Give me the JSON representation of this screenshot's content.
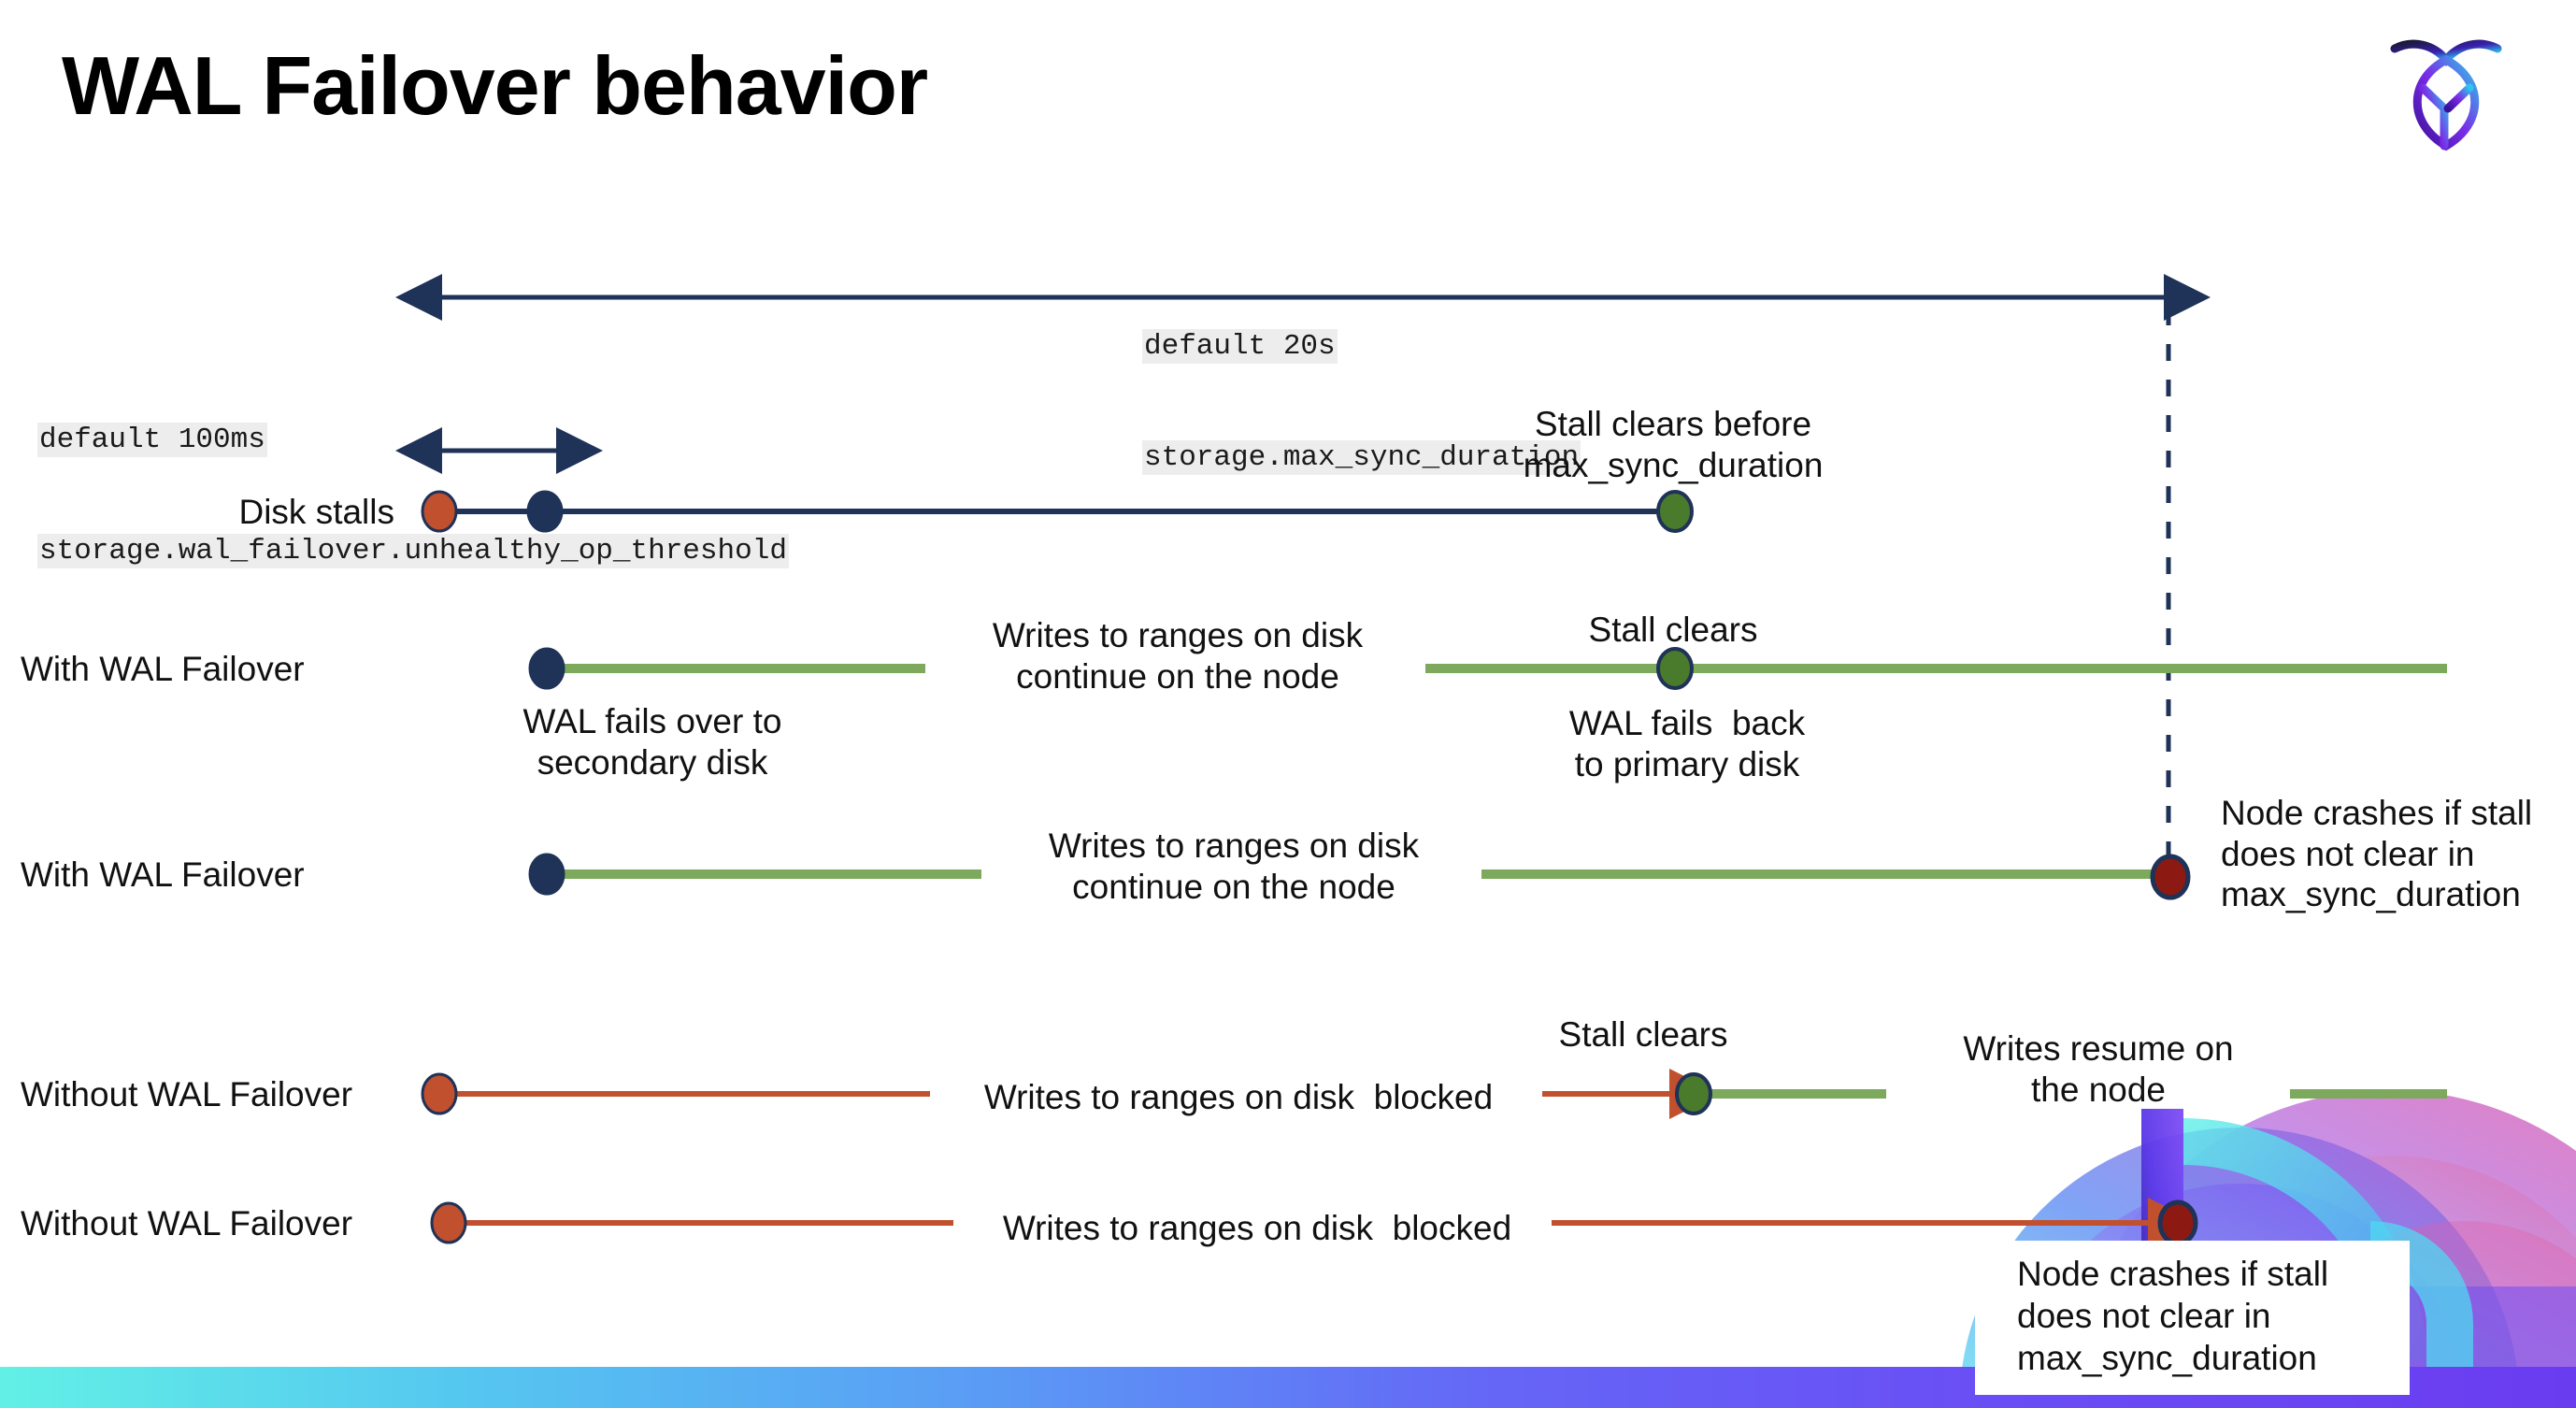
{
  "slide": {
    "title": "WAL Failover behavior",
    "logo_name": "cockroachdb-logo"
  },
  "colors": {
    "navy": "#1F3257",
    "green_line": "#7DA95C",
    "green_dot": "#4A7A2C",
    "orange": "#C1502E",
    "dark_red": "#8C1A12",
    "code_bg": "#EDEDED",
    "bar_gradient_start": "#62F0E6",
    "bar_gradient_end": "#6A3CF0"
  },
  "annotations": {
    "max_sync": {
      "default": "default 20s",
      "setting": "storage.max_sync_duration"
    },
    "unhealthy_op": {
      "default": "default 100ms",
      "setting": "storage.wal_failover.unhealthy_op_threshold"
    }
  },
  "rows": [
    {
      "id": "disk-stalls",
      "label": "Disk stalls",
      "notes": [
        {
          "id": "stall-clears-before",
          "text": "Stall clears before\nmax_sync_duration"
        }
      ]
    },
    {
      "id": "with-wal-failover-1",
      "label": "With WAL Failover",
      "notes": [
        {
          "id": "writes-continue-1",
          "text": "Writes to ranges on disk\ncontinue on the node"
        },
        {
          "id": "stall-clears-1",
          "text": "Stall clears"
        },
        {
          "id": "wal-fails-over",
          "text": "WAL fails over to\nsecondary disk"
        },
        {
          "id": "wal-fails-back",
          "text": "WAL fails  back\nto primary disk"
        }
      ]
    },
    {
      "id": "with-wal-failover-2",
      "label": "With WAL Failover",
      "notes": [
        {
          "id": "writes-continue-2",
          "text": "Writes to ranges on disk\ncontinue on the node"
        },
        {
          "id": "node-crashes-1",
          "text": "Node crashes if stall\ndoes not clear in\nmax_sync_duration"
        }
      ]
    },
    {
      "id": "without-wal-failover-1",
      "label": "Without WAL Failover",
      "notes": [
        {
          "id": "writes-blocked-1",
          "text": "Writes to ranges on disk  blocked"
        },
        {
          "id": "stall-clears-2",
          "text": "Stall clears"
        },
        {
          "id": "writes-resume",
          "text": "Writes resume on\nthe node"
        }
      ]
    },
    {
      "id": "without-wal-failover-2",
      "label": "Without WAL Failover",
      "notes": [
        {
          "id": "writes-blocked-2",
          "text": "Writes to ranges on disk  blocked"
        },
        {
          "id": "node-crashes-2",
          "text": "Node crashes if stall\ndoes not clear in\nmax_sync_duration"
        }
      ]
    }
  ],
  "markers": {
    "stall-start": "orange-dot",
    "failover-start": "navy-dot",
    "stall-clear": "green-dot",
    "node-crash": "dark-red-dot"
  }
}
